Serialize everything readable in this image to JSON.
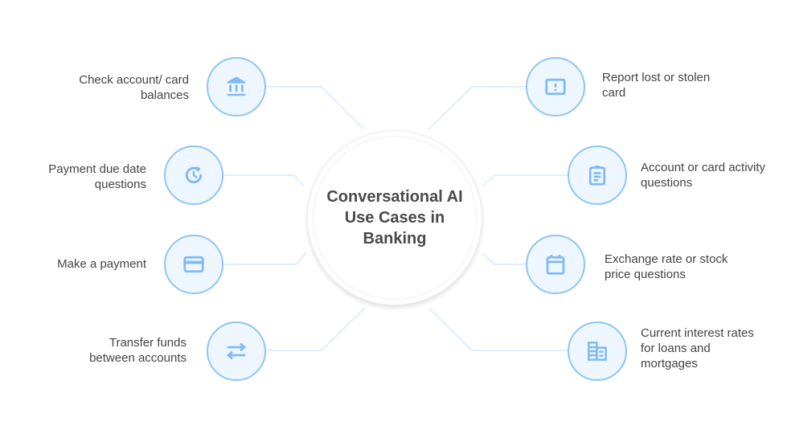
{
  "diagram": {
    "title": "Conversational AI Use Cases in Banking",
    "colors": {
      "node_fill": "#eef6ff",
      "node_border": "#8ec5f7",
      "icon": "#7fbaf2",
      "connector": "#d6e9fb",
      "text": "#444444",
      "title_text": "#4a4a4a"
    },
    "left_items": [
      {
        "label": "Check account/ card balances",
        "icon": "bank-icon"
      },
      {
        "label": "Payment due date questions",
        "icon": "clock-refresh-icon"
      },
      {
        "label": "Make a payment",
        "icon": "credit-card-icon"
      },
      {
        "label": "Transfer funds between accounts",
        "icon": "transfer-arrows-icon"
      }
    ],
    "right_items": [
      {
        "label": "Report lost or stolen card",
        "icon": "alert-card-icon"
      },
      {
        "label": "Account or card activity questions",
        "icon": "clipboard-icon"
      },
      {
        "label": "Exchange rate or stock price questions",
        "icon": "calendar-icon"
      },
      {
        "label": "Current interest rates for loans and mortgages",
        "icon": "buildings-icon"
      }
    ]
  }
}
